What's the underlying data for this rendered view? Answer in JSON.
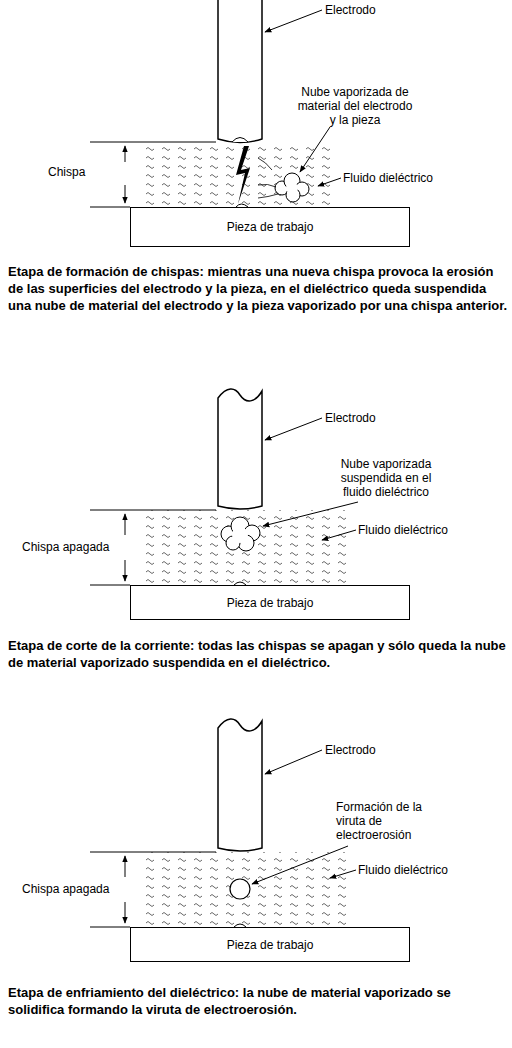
{
  "diagram": {
    "nodes": [
      {
        "text": [
          "Pieza de trabajo"
        ]
      },
      {
        "text": [
          "Pieza de trabajo"
        ]
      },
      {
        "text": [
          "Pieza de trabajo"
        ]
      }
    ],
    "labels": [
      "Electrodo",
      "Nube vaporizada de material del electrodo y la pieza",
      "Chispa",
      "Fluido dieléctrico",
      "Etapa de formación de chispas: mientras una nueva chispa provoca la erosión de las superficies del electrodo y la pieza, en el dieléctrico queda suspendida una nube de material del electrodo y la pieza vaporizado por una chispa anterior.",
      "Electrodo",
      "Nube vaporizada suspendida en el fluido dieléctrico",
      "Chispa apagada",
      "Fluido dieléctrico",
      "Etapa de corte de la corriente: todas las chispas se apagan y sólo queda la nube de material vaporizado suspendida en el dieléctrico.",
      "Electrodo",
      "Formación de la viruta de electroerosión",
      "Chispa apagada",
      "Fluido dieléctrico",
      "Etapa de enfriamiento del dieléctrico: la nube de material vaporizado se solidifica formando la viruta de electroerosión."
    ]
  }
}
